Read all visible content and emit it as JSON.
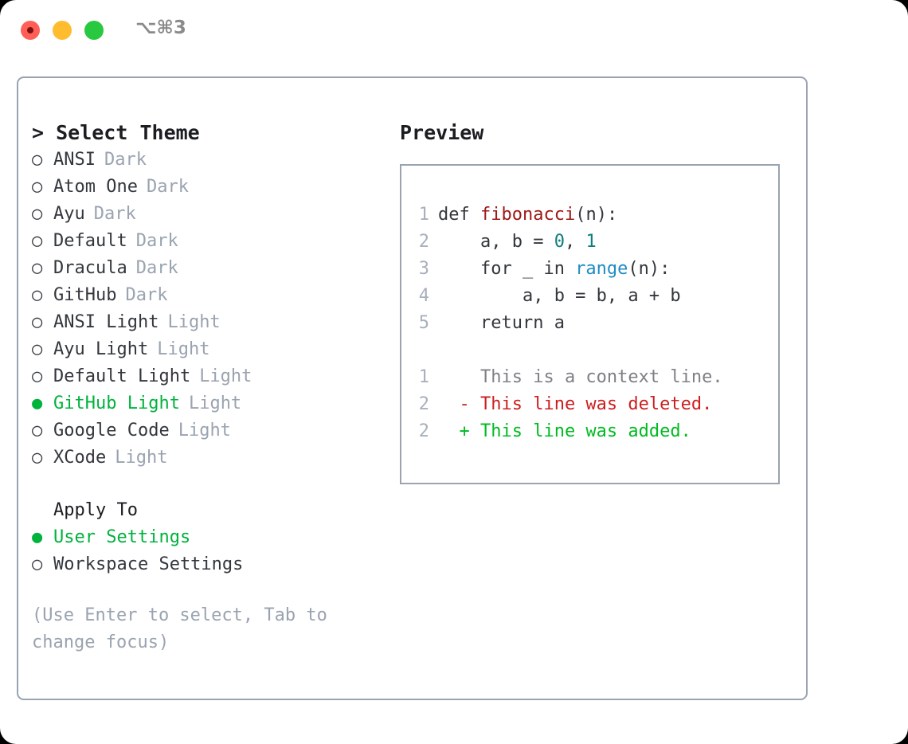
{
  "window": {
    "shortcut": "⌥⌘3",
    "traffic_lights": [
      {
        "name": "close",
        "color": "#ff5f57"
      },
      {
        "name": "minimize",
        "color": "#febc2e"
      },
      {
        "name": "maximize",
        "color": "#28c840"
      }
    ]
  },
  "theme_section": {
    "title": "> Select Theme",
    "selected_bullet": "●",
    "unselected_bullet": "○",
    "accent_color": "#00b33c",
    "items": [
      {
        "name": "ANSI",
        "variant": "Dark",
        "selected": false
      },
      {
        "name": "Atom One",
        "variant": "Dark",
        "selected": false
      },
      {
        "name": "Ayu",
        "variant": "Dark",
        "selected": false
      },
      {
        "name": "Default",
        "variant": "Dark",
        "selected": false
      },
      {
        "name": "Dracula",
        "variant": "Dark",
        "selected": false
      },
      {
        "name": "GitHub",
        "variant": "Dark",
        "selected": false
      },
      {
        "name": "ANSI Light",
        "variant": "Light",
        "selected": false
      },
      {
        "name": "Ayu Light",
        "variant": "Light",
        "selected": false
      },
      {
        "name": "Default Light",
        "variant": "Light",
        "selected": false
      },
      {
        "name": "GitHub Light",
        "variant": "Light",
        "selected": true
      },
      {
        "name": "Google Code",
        "variant": "Light",
        "selected": false
      },
      {
        "name": "XCode",
        "variant": "Light",
        "selected": false
      }
    ]
  },
  "apply_to_section": {
    "title": "Apply To",
    "items": [
      {
        "name": "User Settings",
        "selected": true
      },
      {
        "name": "Workspace Settings",
        "selected": false
      }
    ]
  },
  "hint": "(Use Enter to select, Tab to change focus)",
  "preview": {
    "title": "Preview",
    "border_color": "#9aa3b0",
    "code_lines": [
      {
        "lineno": "1",
        "tokens": [
          {
            "text": "def ",
            "type": "plain"
          },
          {
            "text": "fibonacci",
            "type": "fn"
          },
          {
            "text": "(n):",
            "type": "plain"
          }
        ]
      },
      {
        "lineno": "2",
        "tokens": [
          {
            "text": "    a, b = ",
            "type": "plain"
          },
          {
            "text": "0",
            "type": "num"
          },
          {
            "text": ", ",
            "type": "plain"
          },
          {
            "text": "1",
            "type": "num"
          }
        ]
      },
      {
        "lineno": "3",
        "tokens": [
          {
            "text": "    for _ in ",
            "type": "plain"
          },
          {
            "text": "range",
            "type": "builtin"
          },
          {
            "text": "(n):",
            "type": "plain"
          }
        ]
      },
      {
        "lineno": "4",
        "tokens": [
          {
            "text": "        a, b = b, a + b",
            "type": "plain"
          }
        ]
      },
      {
        "lineno": "5",
        "tokens": [
          {
            "text": "    return a",
            "type": "plain"
          }
        ]
      }
    ],
    "diff_lines": [
      {
        "lineno": "1",
        "marker": " ",
        "text": "This is a context line.",
        "kind": "ctx"
      },
      {
        "lineno": "2",
        "marker": "-",
        "text": "This line was deleted.",
        "kind": "del"
      },
      {
        "lineno": "2",
        "marker": "+",
        "text": "This line was added.",
        "kind": "add"
      }
    ]
  }
}
